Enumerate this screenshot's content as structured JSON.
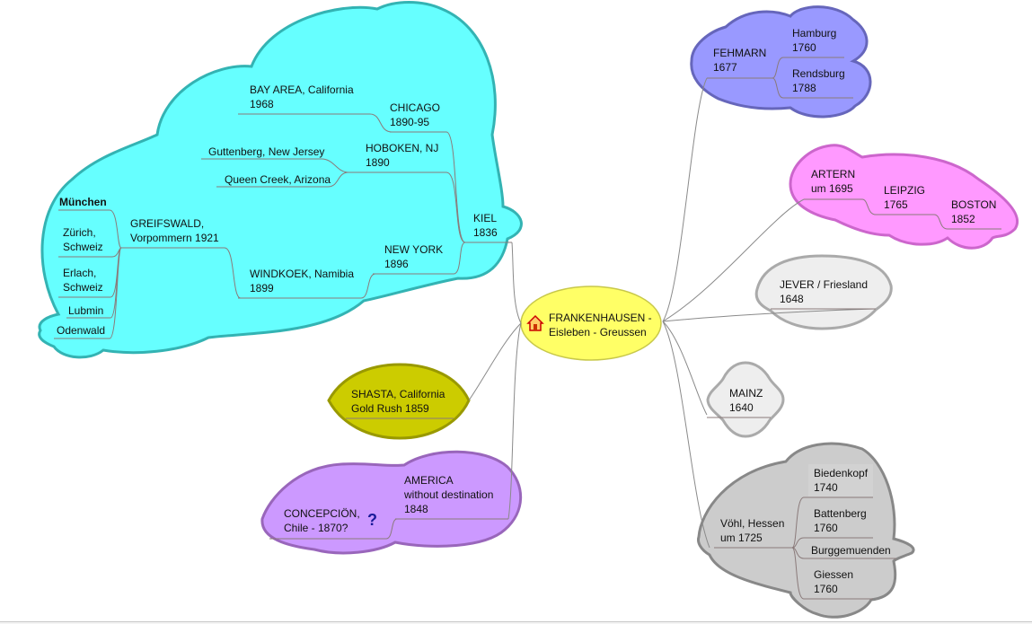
{
  "colors": {
    "center": "#ffff66",
    "kiel_cloud": "#66ffff",
    "shasta": "#cccc00",
    "america_cloud": "#cc99ff",
    "fehmarn_cloud": "#9999ff",
    "artern_cloud": "#ff99ff",
    "jever": "#eeeeee",
    "mainz": "#eeeeee",
    "voehl_cloud": "#cccccc"
  },
  "center": {
    "line1": "FRANKENHAUSEN -",
    "line2": "Eisleben - Greussen",
    "icon": "house-icon"
  },
  "left": {
    "kiel": {
      "line1": "KIEL",
      "line2": "1836"
    },
    "chicago": {
      "line1": "CHICAGO",
      "line2": "1890-95"
    },
    "bay_area": {
      "line1": "BAY  AREA, California",
      "line2": "1968"
    },
    "hoboken": {
      "line1": "HOBOKEN, NJ",
      "line2": "1890"
    },
    "guttenberg": {
      "line1": "Guttenberg, New Jersey"
    },
    "queen_creek": {
      "line1": "Queen Creek, Arizona"
    },
    "new_york": {
      "line1": "NEW YORK",
      "line2": "1896"
    },
    "windkoek": {
      "line1": "WINDKOEK, Namibia",
      "line2": "1899"
    },
    "greifswald": {
      "line1": "GREIFSWALD,",
      "line2": "Vorpommern 1921"
    },
    "muenchen": {
      "line1": "München"
    },
    "zuerich": {
      "line1": "Zürich,",
      "line2": "Schweiz"
    },
    "erlach": {
      "line1": "Erlach,",
      "line2": "Schweiz"
    },
    "lubmin": {
      "line1": "Lubmin"
    },
    "odenwald": {
      "line1": "Odenwald"
    },
    "shasta": {
      "line1": "SHASTA, California",
      "line2": "Gold Rush 1859"
    },
    "america": {
      "line1": "AMERICA",
      "line2": "without destination",
      "line3": "1848"
    },
    "concepcion": {
      "line1": "CONCEPCIÖN,",
      "line2": "Chile - 1870?",
      "icon": "question-icon",
      "icon_glyph": "?"
    }
  },
  "right": {
    "fehmarn": {
      "line1": "FEHMARN",
      "line2": "1677"
    },
    "hamburg": {
      "line1": "Hamburg",
      "line2": "1760"
    },
    "rendsburg": {
      "line1": "Rendsburg",
      "line2": "1788"
    },
    "artern": {
      "line1": "ARTERN",
      "line2": "um 1695"
    },
    "leipzig": {
      "line1": "LEIPZIG",
      "line2": "1765"
    },
    "boston": {
      "line1": "BOSTON",
      "line2": "1852"
    },
    "jever": {
      "line1": "JEVER / Friesland",
      "line2": "1648"
    },
    "mainz": {
      "line1": "MAINZ",
      "line2": "1640"
    },
    "voehl": {
      "line1": "Vöhl, Hessen",
      "line2": "um 1725"
    },
    "biedenkopf": {
      "line1": "Biedenkopf",
      "line2": "1740"
    },
    "battenberg": {
      "line1": "Battenberg",
      "line2": "1760"
    },
    "burggemuenden": {
      "line1": "Burggemuenden"
    },
    "giessen": {
      "line1": "Giessen",
      "line2": "1760"
    }
  }
}
